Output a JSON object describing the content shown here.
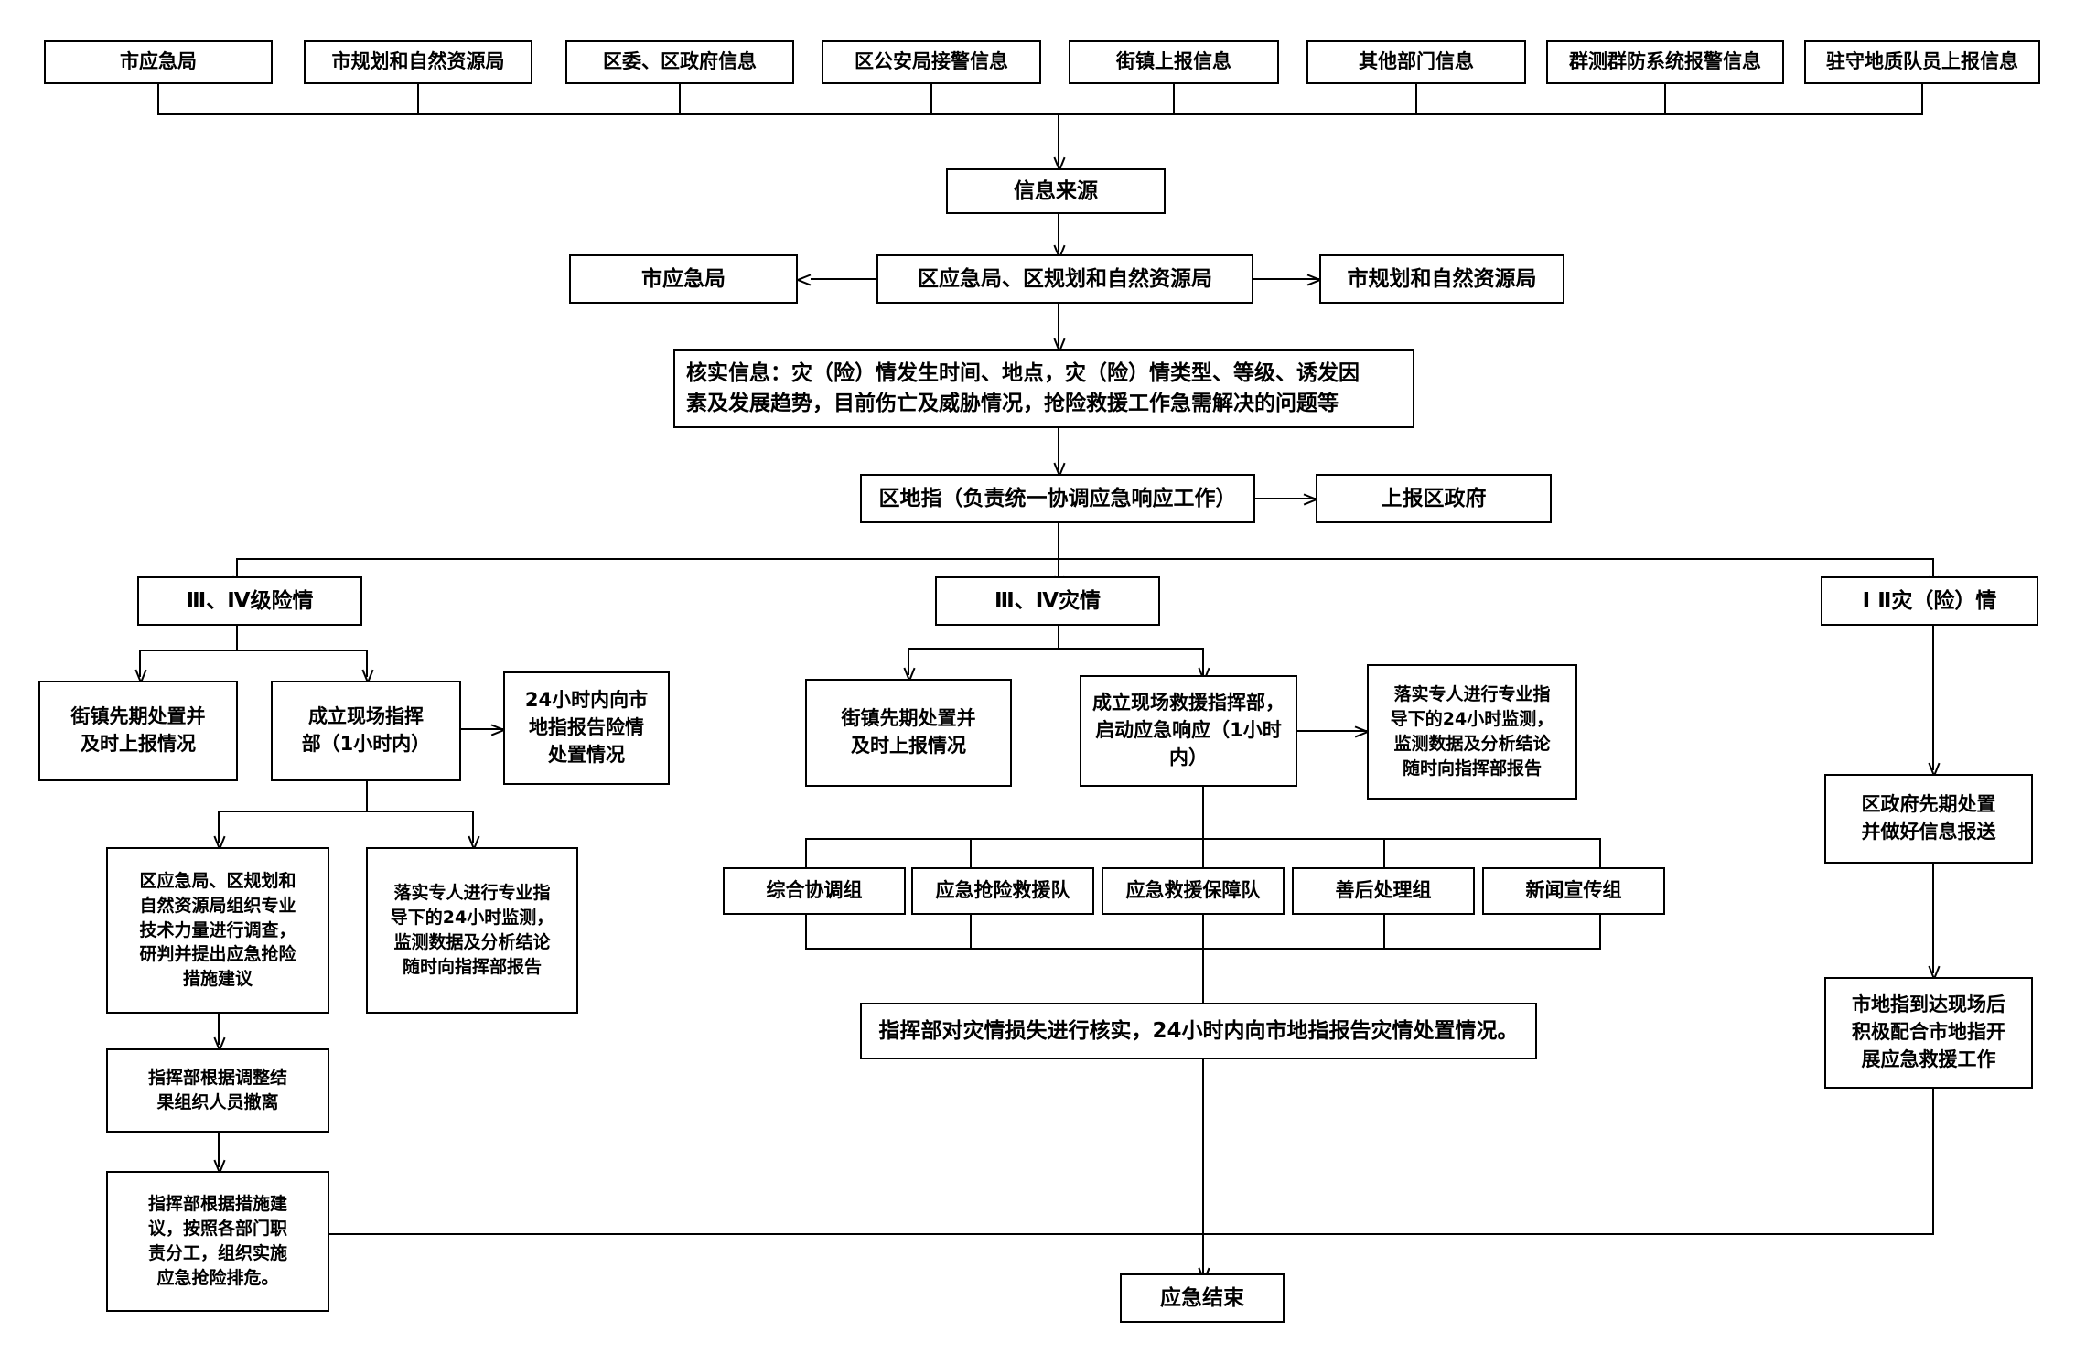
{
  "diagram": {
    "title_present": false,
    "colors": {
      "stroke": "#000000",
      "fill": "#ffffff",
      "text": "#000000"
    },
    "sources": [
      {
        "id": "src-1",
        "label": "市应急局"
      },
      {
        "id": "src-2",
        "label": "市规划和自然资源局"
      },
      {
        "id": "src-3",
        "label": "区委、区政府信息"
      },
      {
        "id": "src-4",
        "label": "区公安局接警信息"
      },
      {
        "id": "src-5",
        "label": "街镇上报信息"
      },
      {
        "id": "src-6",
        "label": "其他部门信息"
      },
      {
        "id": "src-7",
        "label": "群测群防系统报警信息"
      },
      {
        "id": "src-8",
        "label": "驻守地质队员上报信息"
      }
    ],
    "info_source": {
      "id": "info-source",
      "label": "信息来源"
    },
    "dispatch": {
      "center": {
        "id": "district-bureaus",
        "label": "区应急局、区规划和自然资源局"
      },
      "left": {
        "id": "city-emergency-bureau",
        "label": "市应急局"
      },
      "right": {
        "id": "city-planning-bureau",
        "label": "市规划和自然资源局"
      }
    },
    "verify": {
      "id": "verify-info",
      "line1": "核实信息：灾（险）情发生时间、地点，灾（险）情类型、等级、诱发因",
      "line2": "素及发展趋势，目前伤亡及威胁情况，抢险救援工作急需解决的问题等"
    },
    "command": {
      "id": "district-command",
      "label": "区地指（负责统一协调应急响应工作）",
      "report": {
        "id": "report-district-gov",
        "label": "上报区政府"
      }
    },
    "branches": {
      "left": {
        "header": {
          "id": "branch-level34-danger",
          "label": "Ⅲ、Ⅳ级险情"
        },
        "nodes": [
          {
            "id": "street-first-response-left",
            "label": "街镇先期处置并\n及时上报情况"
          },
          {
            "id": "establish-site-command",
            "label": "成立现场指挥\n部（1小时内）"
          },
          {
            "id": "report-24h-danger",
            "label": "24小时内向市\n地指报告险情\n处置情况"
          },
          {
            "id": "technical-investigation",
            "label": "区应急局、区规划和\n自然资源局组织专业\n技术力量进行调查，\n研判并提出应急抢险\n措施建议"
          },
          {
            "id": "expert-24h-monitor-left",
            "label": "落实专人进行专业指\n导下的24小时监测，\n监测数据及分析结论\n随时向指挥部报告"
          },
          {
            "id": "organize-evacuation",
            "label": "指挥部根据调整结\n果组织人员撤离"
          },
          {
            "id": "implement-rescue-measures",
            "label": "指挥部根据措施建\n议，按照各部门职\n责分工，组织实施\n应急抢险排危。"
          }
        ]
      },
      "middle": {
        "header": {
          "id": "branch-level34-disaster",
          "label": "Ⅲ、Ⅳ灾情"
        },
        "nodes": [
          {
            "id": "street-first-response-mid",
            "label": "街镇先期处置并\n及时上报情况"
          },
          {
            "id": "establish-rescue-command",
            "label": "成立现场救援指挥部，\n启动应急响应（1小时\n内）"
          },
          {
            "id": "expert-24h-monitor-mid",
            "label": "落实专人进行专业指\n导下的24小时监测，\n监测数据及分析结论\n随时向指挥部报告"
          }
        ],
        "teams": [
          {
            "id": "team-coordination",
            "label": "综合协调组"
          },
          {
            "id": "team-emergency-rescue",
            "label": "应急抢险救援队"
          },
          {
            "id": "team-rescue-support",
            "label": "应急救援保障队"
          },
          {
            "id": "team-aftermath",
            "label": "善后处理组"
          },
          {
            "id": "team-news-publicity",
            "label": "新闻宣传组"
          }
        ],
        "summary": {
          "id": "disaster-loss-verify",
          "label": "指挥部对灾情损失进行核实，24小时内向市地指报告灾情处置情况。"
        }
      },
      "right": {
        "header": {
          "id": "branch-level12-disaster",
          "label": "Ⅰ Ⅱ灾（险）情"
        },
        "nodes": [
          {
            "id": "district-gov-first-response",
            "label": "区政府先期处置\n并做好信息报送"
          },
          {
            "id": "cooperate-city-command",
            "label": "市地指到达现场后\n积极配合市地指开\n展应急救援工作"
          }
        ]
      }
    },
    "end_node": {
      "id": "emergency-end",
      "label": "应急结束"
    }
  }
}
